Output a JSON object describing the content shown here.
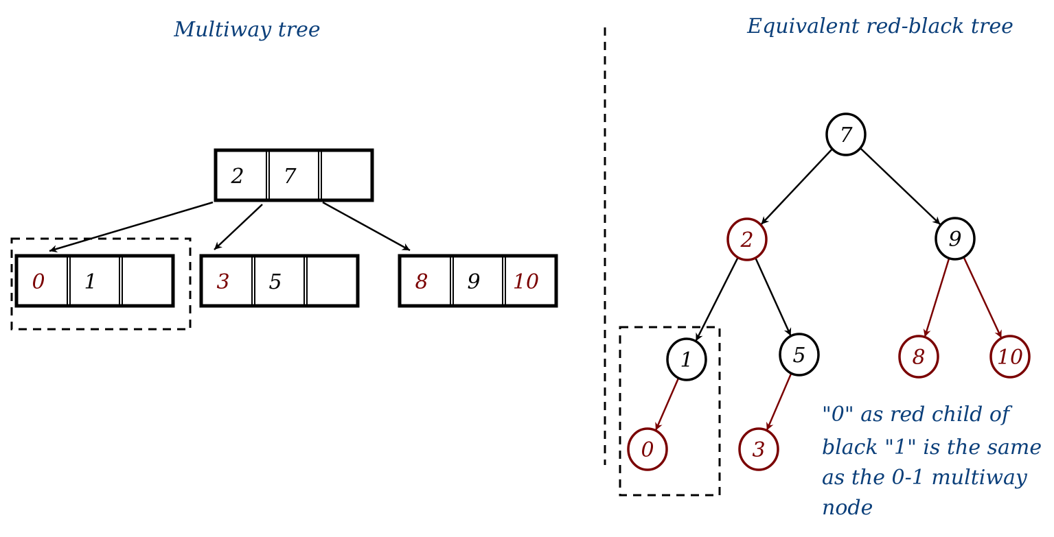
{
  "colors": {
    "black": "#000000",
    "red": "#7a0000",
    "title": "#0b3f7a"
  },
  "left_panel": {
    "title": "Multiway tree",
    "root": {
      "cells": [
        {
          "label": "2",
          "color": "black"
        },
        {
          "label": "7",
          "color": "black"
        },
        {
          "label": "",
          "color": "black"
        }
      ]
    },
    "children": [
      {
        "cells": [
          {
            "label": "0",
            "color": "red"
          },
          {
            "label": "1",
            "color": "black"
          },
          {
            "label": "",
            "color": "black"
          }
        ],
        "highlighted": true
      },
      {
        "cells": [
          {
            "label": "3",
            "color": "red"
          },
          {
            "label": "5",
            "color": "black"
          },
          {
            "label": "",
            "color": "black"
          }
        ]
      },
      {
        "cells": [
          {
            "label": "8",
            "color": "red"
          },
          {
            "label": "9",
            "color": "black"
          },
          {
            "label": "10",
            "color": "red"
          }
        ]
      }
    ]
  },
  "right_panel": {
    "title": "Equivalent red-black tree",
    "nodes": [
      {
        "id": "n7",
        "label": "7",
        "color": "black"
      },
      {
        "id": "n2",
        "label": "2",
        "color": "red"
      },
      {
        "id": "n9",
        "label": "9",
        "color": "black"
      },
      {
        "id": "n1",
        "label": "1",
        "color": "black"
      },
      {
        "id": "n5",
        "label": "5",
        "color": "black"
      },
      {
        "id": "n8",
        "label": "8",
        "color": "red"
      },
      {
        "id": "n10",
        "label": "10",
        "color": "red"
      },
      {
        "id": "n0",
        "label": "0",
        "color": "red"
      },
      {
        "id": "n3",
        "label": "3",
        "color": "red"
      }
    ],
    "edges": [
      {
        "from": "n7",
        "to": "n2",
        "color": "black"
      },
      {
        "from": "n7",
        "to": "n9",
        "color": "black"
      },
      {
        "from": "n2",
        "to": "n1",
        "color": "black"
      },
      {
        "from": "n2",
        "to": "n5",
        "color": "black"
      },
      {
        "from": "n9",
        "to": "n8",
        "color": "red"
      },
      {
        "from": "n9",
        "to": "n10",
        "color": "red"
      },
      {
        "from": "n1",
        "to": "n0",
        "color": "red"
      },
      {
        "from": "n5",
        "to": "n3",
        "color": "red"
      }
    ],
    "note_lines": [
      "\"0\" as red child of",
      "black \"1\" is the same",
      "as the 0-1 multiway",
      "node"
    ]
  }
}
